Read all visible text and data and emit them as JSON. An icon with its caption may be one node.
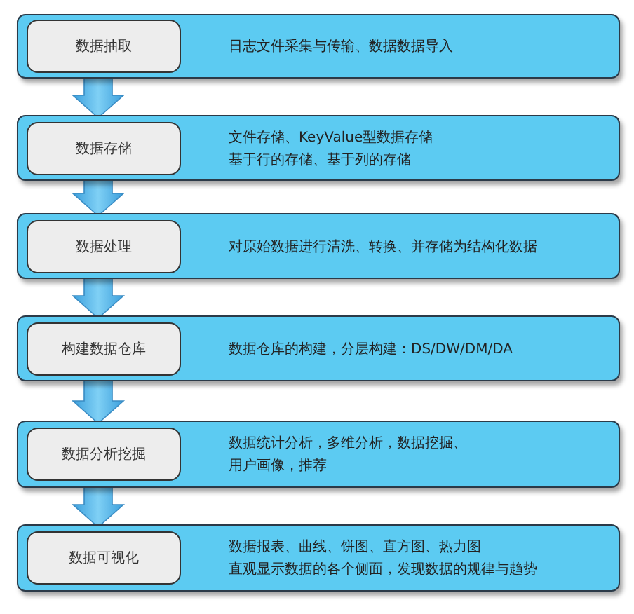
{
  "diagram": {
    "nodes": [
      {
        "text": [
          "日志文件采集与传输、数据数据导入"
        ]
      },
      {
        "text": [
          "数据抽取"
        ],
        "in": 0
      },
      {
        "text": [
          "文件存储、KeyValue型数据存储",
          "基于行的存储、基于列的存储"
        ]
      },
      {
        "text": [
          "数据存储"
        ],
        "in": 2
      },
      {
        "text": [
          "对原始数据进行清洗、转换、并存储为结构化数据"
        ]
      },
      {
        "text": [
          "数据处理"
        ],
        "in": 4
      },
      {
        "text": [
          "数据仓库的构建，分层构建：DS/DW/DM/DA"
        ]
      },
      {
        "text": [
          "构建数据仓库"
        ],
        "in": 6
      },
      {
        "text": [
          "数据统计分析，多维分析，数据挖掘、",
          "用户画像，推荐"
        ]
      },
      {
        "text": [
          "数据分析挖掘"
        ],
        "in": 8
      },
      {
        "text": [
          "数据报表、曲线、饼图、直方图、热力图",
          "直观显示数据的各个侧面，发现数据的规律与趋势"
        ]
      },
      {
        "text": [
          "数据可视化"
        ],
        "in": 10
      }
    ],
    "edges": [
      {
        "from": 0,
        "to": 2,
        "arrow": "to"
      },
      {
        "from": 2,
        "to": 4,
        "arrow": "to"
      },
      {
        "from": 4,
        "to": 6,
        "arrow": "to"
      },
      {
        "from": 6,
        "to": 8,
        "arrow": "to"
      },
      {
        "from": 8,
        "to": 10,
        "arrow": "to"
      }
    ]
  }
}
